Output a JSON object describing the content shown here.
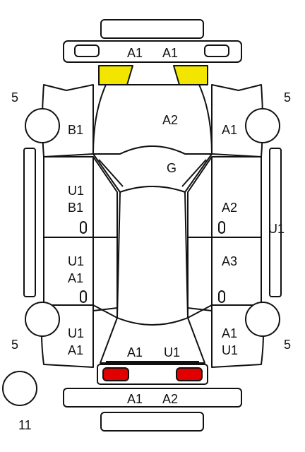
{
  "colors": {
    "headlight": "#f2e600",
    "taillight": "#e00000",
    "outline": "#111111"
  },
  "labels": {
    "front_bumper_left": "A1",
    "front_bumper_right": "A1",
    "hood": "A2",
    "windshield": "G",
    "front_fender_left": "B1",
    "front_fender_right": "A1",
    "front_door_left_1": "U1",
    "front_door_left_2": "B1",
    "front_door_right": "A2",
    "rear_door_left_1": "U1",
    "rear_door_left_2": "A1",
    "rear_door_right": "A3",
    "rocker_right": "U1",
    "rear_quarter_left_1": "U1",
    "rear_quarter_left_2": "A1",
    "rear_quarter_right_1": "A1",
    "rear_quarter_right_2": "U1",
    "trunk_left": "A1",
    "trunk_right": "U1",
    "rear_bumper_left": "A1",
    "rear_bumper_right": "A2",
    "tire_front_left": "5",
    "tire_front_right": "5",
    "tire_rear_left": "5",
    "tire_rear_right": "5",
    "spare_tire": "11"
  }
}
